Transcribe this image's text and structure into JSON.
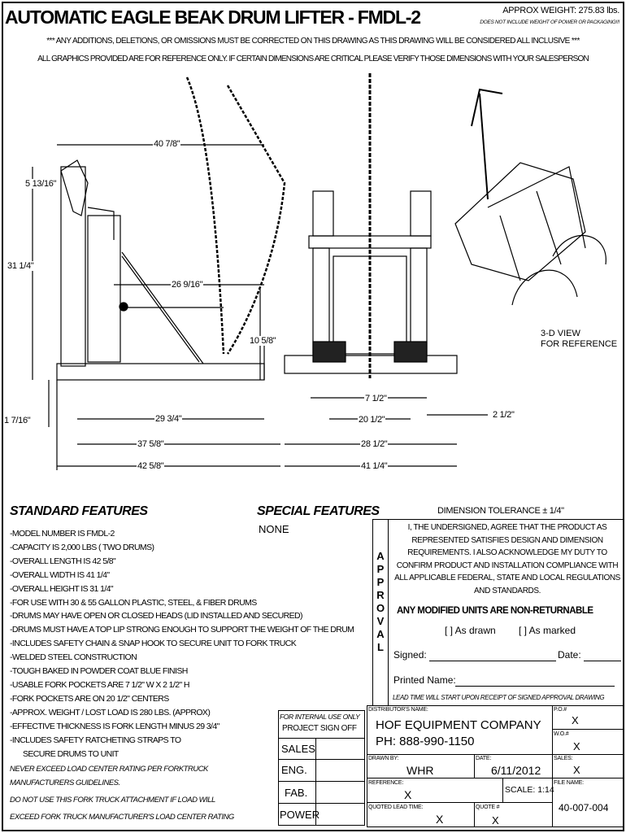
{
  "header": {
    "title": "AUTOMATIC EAGLE BEAK DRUM LIFTER - FMDL-2",
    "weight": "APPROX WEIGHT: 275.83 lbs.",
    "weight_note": "DOES NOT INCLUDE WEIGHT OF POWER OR PACKAGING!!!",
    "notice1": "*** ANY ADDITIONS, DELETIONS, OR OMISSIONS MUST BE CORRECTED ON THIS DRAWING AS THIS DRAWING WILL BE CONSIDERED ALL INCLUSIVE ***",
    "notice2": "ALL GRAPHICS PROVIDED ARE FOR REFERENCE ONLY. IF CERTAIN DIMENSIONS ARE CRITICAL PLEASE VERIFY THOSE DIMENSIONS WITH YOUR SALESPERSON"
  },
  "dims": {
    "d1": "40 7/8\"",
    "d2": "5 13/16\"",
    "d3": "31 1/4\"",
    "d4": "26 9/16\"",
    "d5": "10 5/8\"",
    "d6": "1 7/16\"",
    "d7": "29 3/4\"",
    "d8": "37 5/8\"",
    "d9": "42 5/8\"",
    "d10": "7 1/2\"",
    "d11": "20 1/2\"",
    "d12": "2 1/2\"",
    "d13": "28 1/2\"",
    "d14": "41 1/4\""
  },
  "view3d": {
    "line1": "3-D VIEW",
    "line2": "FOR REFERENCE"
  },
  "standard": {
    "heading": "STANDARD FEATURES",
    "items": [
      "-MODEL NUMBER IS FMDL-2",
      "-CAPACITY IS 2,000 LBS ( TWO DRUMS)",
      "-OVERALL LENGTH IS 42 5/8\"",
      "-OVERALL WIDTH IS 41 1/4\"",
      "-OVERALL HEIGHT IS 31 1/4\"",
      "-FOR USE WITH 30 & 55 GALLON PLASTIC, STEEL, & FIBER DRUMS",
      "-DRUMS MAY HAVE OPEN OR CLOSED HEADS (LID INSTALLED AND SECURED)",
      "-DRUMS MUST HAVE A TOP LIP STRONG ENOUGH TO SUPPORT THE WEIGHT OF THE DRUM",
      "-INCLUDES SAFETY CHAIN & SNAP HOOK TO SECURE UNIT TO FORK TRUCK",
      "-WELDED STEEL CONSTRUCTION",
      "-TOUGH BAKED IN POWDER COAT BLUE FINISH",
      "-USABLE FORK POCKETS ARE 7 1/2\" W X 2 1/2\" H",
      "-FORK POCKETS ARE ON 20 1/2\" CENTERS",
      "-APPROX. WEIGHT / LOST LOAD IS 280 LBS. (APPROX)",
      "-EFFECTIVE THICKNESS IS FORK LENGTH MINUS 29 3/4\"",
      "-INCLUDES SAFETY RATCHETING STRAPS TO",
      "    SECURE DRUMS TO UNIT"
    ],
    "warnings": [
      "NEVER EXCEED LOAD CENTER RATING PER FORKTRUCK",
      "MANUFACTURERS GUIDELINES.",
      "DO NOT USE THIS FORK TRUCK ATTACHMENT IF LOAD WILL",
      "EXCEED FORK TRUCK MANUFACTURER'S LOAD CENTER RATING"
    ]
  },
  "special": {
    "heading": "SPECIAL FEATURES",
    "value": "NONE"
  },
  "approval": {
    "tolerance": "DIMENSION TOLERANCE ± 1/4\"",
    "side": "APPROVAL",
    "statement": "I, THE UNDERSIGNED, AGREE THAT THE PRODUCT AS REPRESENTED SATISFIES DESIGN AND DIMENSION REQUIREMENTS.  I ALSO ACKNOWLEDGE MY DUTY TO CONFIRM PRODUCT AND INSTALLATION COMPLIANCE WITH ALL APPLICABLE FEDERAL, STATE AND LOCAL REGULATIONS AND STANDARDS.",
    "nonreturn": "ANY MODIFIED UNITS ARE NON-RETURNABLE",
    "as_drawn": "[  ] As drawn",
    "as_marked": "[  ] As marked",
    "signed": "Signed:",
    "date": "Date:",
    "printed": "Printed Name:",
    "lead": "LEAD TIME WILL START UPON RECEIPT OF SIGNED APPROVAL DRAWING"
  },
  "signoff": {
    "line1": "FOR INTERNAL USE ONLY",
    "line2": "PROJECT SIGN OFF",
    "rows": [
      "SALES",
      "ENG.",
      "FAB.",
      "POWER"
    ]
  },
  "titleblock": {
    "dist_label": "DISTRIBUTOR'S NAME:",
    "dist_name": "HOF EQUIPMENT COMPANY",
    "dist_phone": "PH: 888-990-1150",
    "po_label": "P.O.#",
    "po": "X",
    "wo_label": "W.O.#",
    "wo": "X",
    "drawn_label": "DRAWN BY:",
    "drawn": "WHR",
    "date_label": "DATE:",
    "date": "6/11/2012",
    "sales_label": "SALES:",
    "sales": "X",
    "ref_label": "REFERENCE:",
    "ref": "X",
    "scale": "SCALE: 1:14",
    "file_label": "FILE NAME:",
    "file": "40-007-004",
    "lead_label": "QUOTED LEAD TIME:",
    "lead": "X",
    "quote_label": "QUOTE #",
    "quote": "X"
  }
}
